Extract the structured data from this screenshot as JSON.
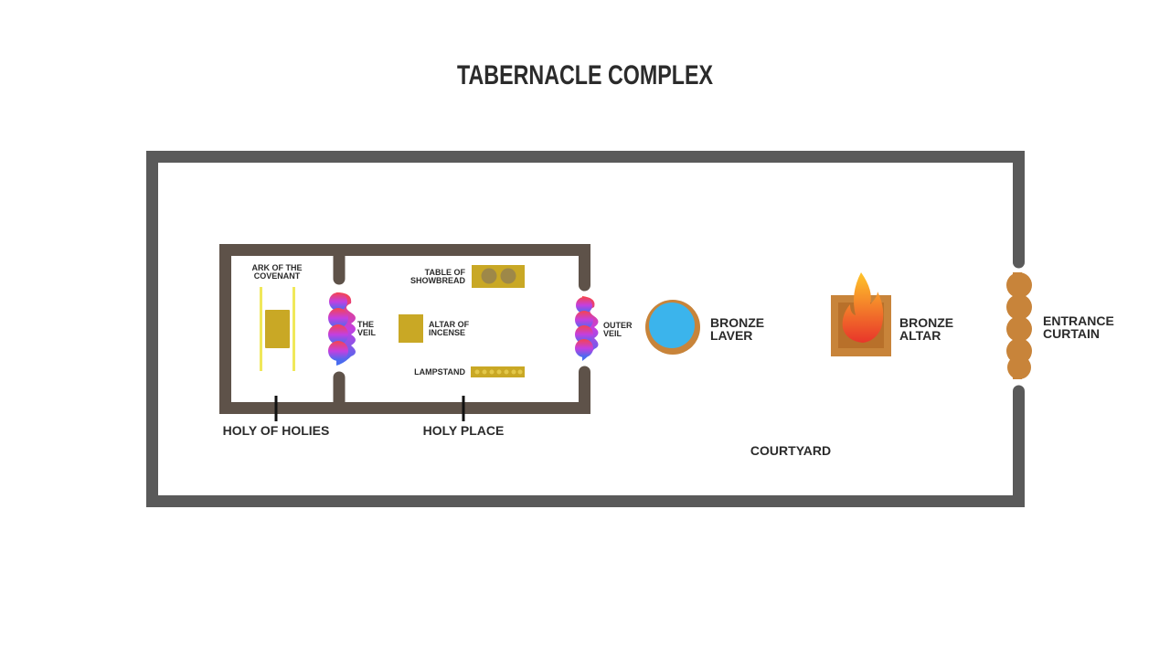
{
  "title": "TABERNACLE COMPLEX",
  "labels": {
    "ark": [
      "ARK OF THE",
      "COVENANT"
    ],
    "veil": [
      "THE",
      "VEIL"
    ],
    "table": [
      "TABLE OF",
      "SHOWBREAD"
    ],
    "incense": [
      "ALTAR OF",
      "INCENSE"
    ],
    "lampstand": "LAMPSTAND",
    "outer_veil": [
      "OUTER",
      "VEIL"
    ],
    "laver": [
      "BRONZE",
      "LAVER"
    ],
    "altar": [
      "BRONZE",
      "ALTAR"
    ],
    "entrance": [
      "ENTRANCE",
      "CURTAIN"
    ],
    "holy_of_holies": "HOLY OF HOLIES",
    "holy_place": "HOLY PLACE",
    "courtyard": "COURTYARD"
  },
  "colors": {
    "courtyard_wall": "#5a5a5a",
    "tabernacle_wall": "#5e5249",
    "gold": "#c9a825",
    "bronze": "#c8843a",
    "water": "#3bb4ec"
  }
}
